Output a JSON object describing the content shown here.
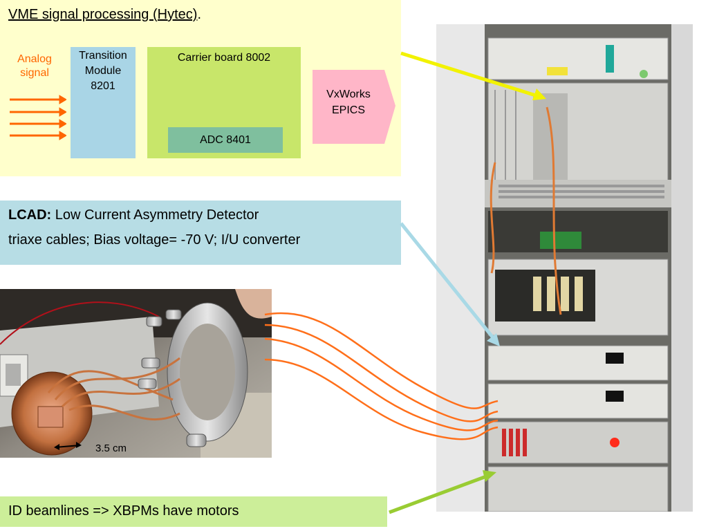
{
  "vme": {
    "title": "VME signal processing (Hytec)",
    "title_suffix": ".",
    "analog_line1": "Analog",
    "analog_line2": "signal",
    "transition_line1": "Transition",
    "transition_line2": "Module",
    "transition_line3": "8201",
    "carrier_label": "Carrier board 8002",
    "adc_label": "ADC 8401",
    "vxworks_line1": "VxWorks",
    "vxworks_line2": "EPICS"
  },
  "lcad": {
    "bold": "LCAD:",
    "desc": " Low Current Asymmetry Detector",
    "line2": "triaxe cables; Bias voltage= -70 V; I/U converter"
  },
  "photo": {
    "scale_label": "3.5 cm"
  },
  "id_beamlines": {
    "text": "ID beamlines => XBPMs have motors"
  },
  "colors": {
    "vme_bg": "#ffffcc",
    "lcad_bg": "#b7dde5",
    "id_bg": "#ccee99",
    "transition": "#a9d5e6",
    "carrier": "#c8e66a",
    "adc": "#7fbf9e",
    "vxworks": "#ffb6c8",
    "analog": "#ff6600",
    "pointer_yellow": "#f2f200",
    "pointer_cyan": "#a9d9e6",
    "pointer_green": "#99cc33",
    "cable": "#ff6f1a"
  }
}
